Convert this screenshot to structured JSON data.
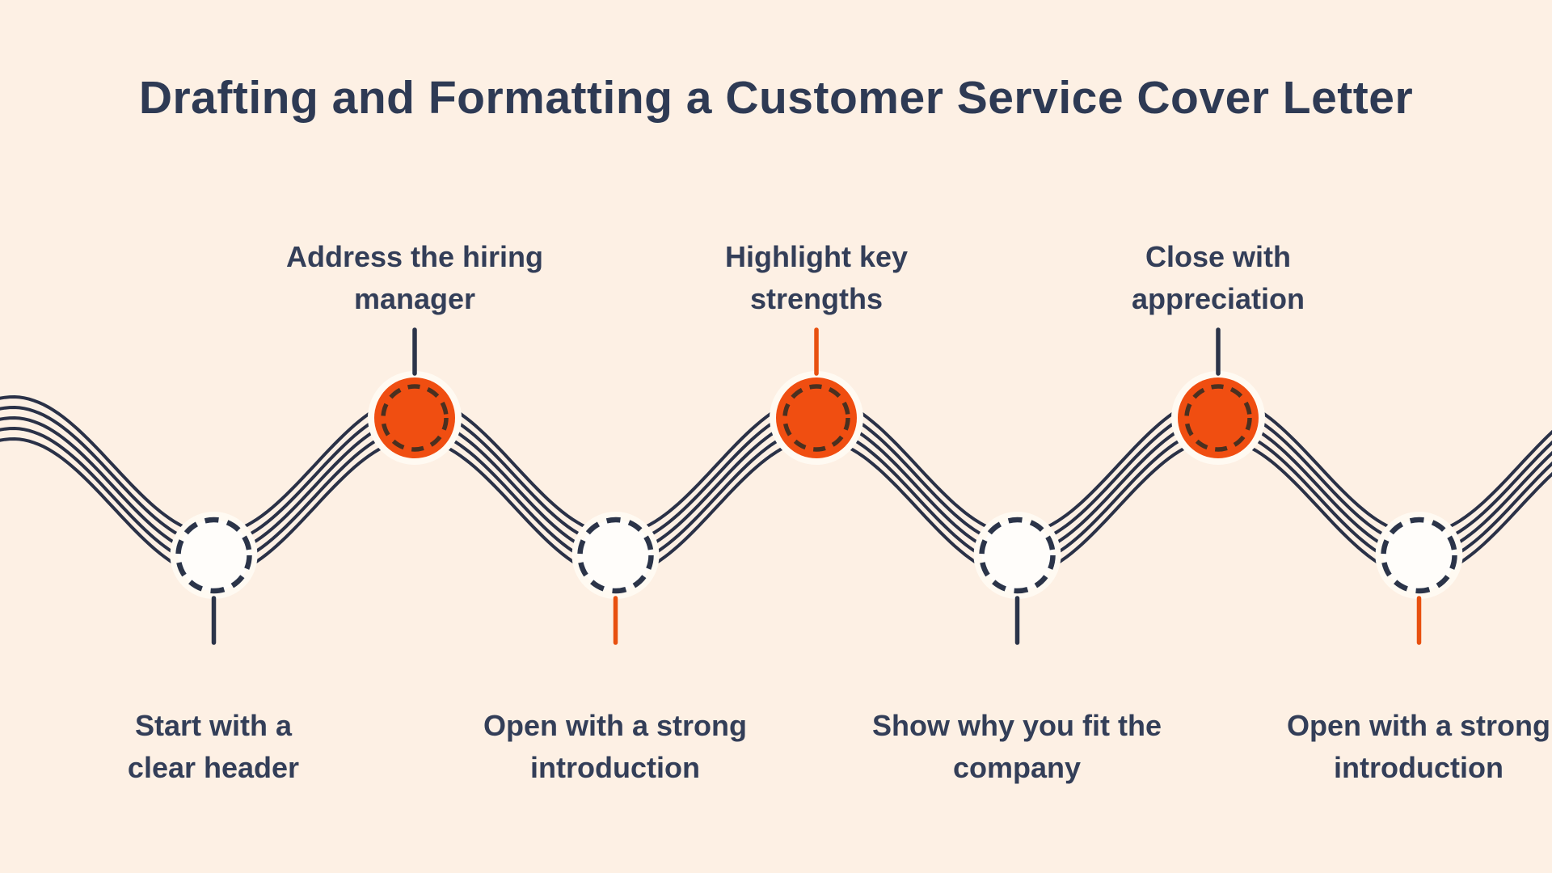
{
  "title": {
    "text": "Drafting and Formatting a Customer Service Cover Letter"
  },
  "colors": {
    "background": "#fdf0e4",
    "title_navy": "#2e3a54",
    "label_navy": "#333e58",
    "wave_line": "#2a3147",
    "orange": "#f04e11",
    "tick_navy": "#2b3449",
    "tick_orange": "#e8500f",
    "white_node_fill": "#fffdfa",
    "node_halo": "#fffaf2",
    "dashed_ring_on_orange": "#4a3020"
  },
  "steps": [
    {
      "label_line1": "Start with a",
      "label_line2": "clear header",
      "label_position": "below",
      "node": "white-dashed-circle",
      "tick_color": "navy"
    },
    {
      "label_line1": "Address the hiring",
      "label_line2": "manager",
      "label_position": "above",
      "node": "orange-filled-circle",
      "tick_color": "navy"
    },
    {
      "label_line1": "Open with a strong",
      "label_line2": "introduction",
      "label_position": "below",
      "node": "white-dashed-circle",
      "tick_color": "orange"
    },
    {
      "label_line1": "Highlight key",
      "label_line2": "strengths",
      "label_position": "above",
      "node": "orange-filled-circle",
      "tick_color": "orange"
    },
    {
      "label_line1": "Show why you fit the",
      "label_line2": "company",
      "label_position": "below",
      "node": "white-dashed-circle",
      "tick_color": "navy"
    },
    {
      "label_line1": "Close with",
      "label_line2": "appreciation",
      "label_position": "above",
      "node": "orange-filled-circle",
      "tick_color": "navy"
    },
    {
      "label_line1": "Open with a strong",
      "label_line2": "introduction",
      "label_position": "below",
      "node": "white-dashed-circle",
      "tick_color": "orange"
    }
  ]
}
